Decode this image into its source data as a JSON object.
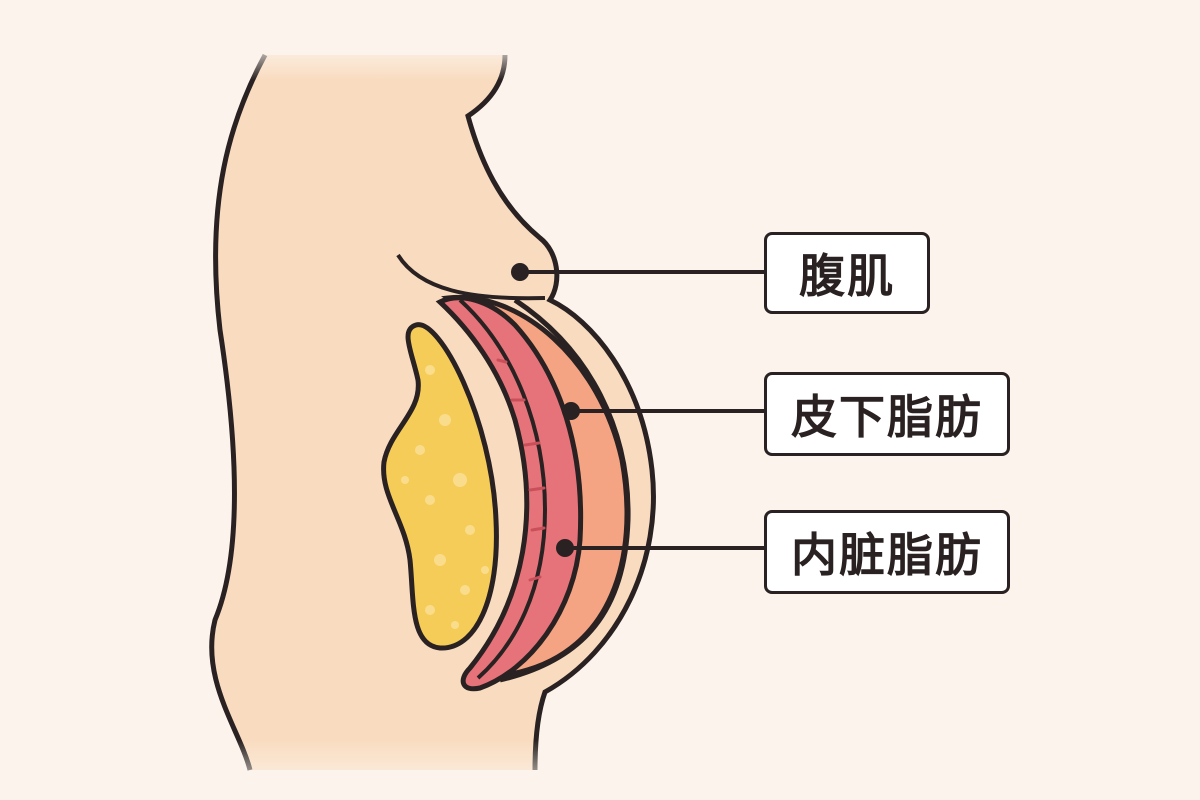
{
  "labels": {
    "abdominal_muscle": "腹肌",
    "subcutaneous_fat": "皮下脂肪",
    "visceral_fat": "内脏脂肪"
  },
  "colors": {
    "background": "#fcf4ec",
    "skin": "#f9dcc0",
    "subcutaneous_fat": "#f4a482",
    "muscle": "#e7737a",
    "visceral_fat": "#f6cc58",
    "outline": "#2a2222"
  }
}
